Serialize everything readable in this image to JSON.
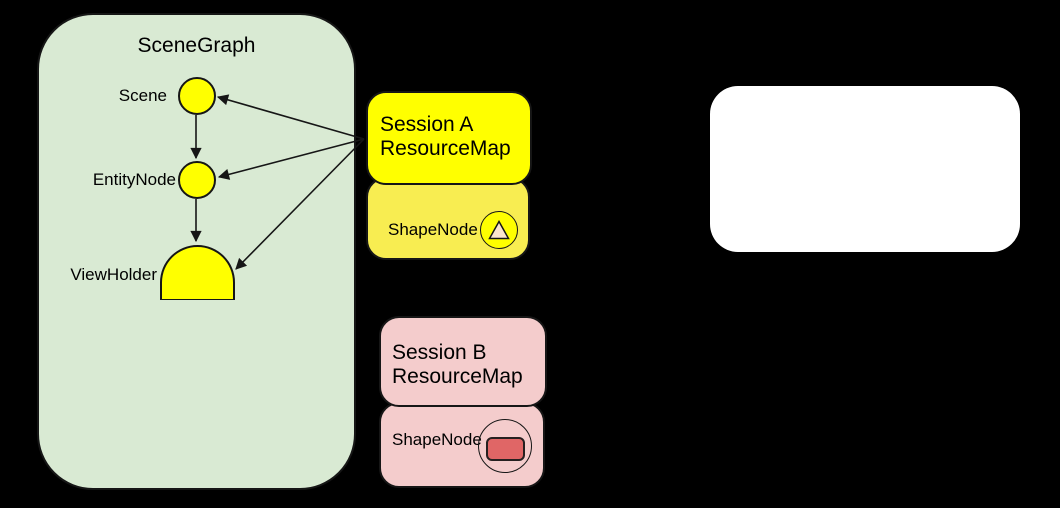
{
  "diagram": {
    "background_color": "#000000",
    "scenegraph": {
      "title": "SceneGraph",
      "fill_color": "#D9EAD3",
      "node_fill_color": "#FFFF00",
      "nodes": [
        {
          "label": "Scene",
          "shape": "circle"
        },
        {
          "label": "EntityNode",
          "shape": "circle"
        },
        {
          "label": "ViewHolder",
          "shape": "dome"
        }
      ]
    },
    "session_a": {
      "title_line1": "Session A",
      "title_line2": "ResourceMap",
      "header_fill_color": "#FFFF00",
      "body_fill_color": "#F8ED51",
      "shape_node": {
        "label": "ShapeNode",
        "icon": "triangle-in-circle-icon",
        "icon_circle_fill": "#FFFF00",
        "icon_shape_fill": "#FCE5CD"
      }
    },
    "session_b": {
      "title_line1": "Session B",
      "title_line2": "ResourceMap",
      "header_fill_color": "#F4CCCC",
      "body_fill_color": "#F4CCCC",
      "shape_node": {
        "label": "ShapeNode",
        "icon": "rounded-rect-in-circle-icon",
        "icon_circle_fill": "transparent",
        "icon_shape_fill": "#E06666"
      }
    },
    "white_panel": {
      "fill_color": "#FFFFFF",
      "text": ""
    },
    "connections": [
      {
        "from": "scene",
        "to": "entitynode",
        "type": "parent-child-arrow"
      },
      {
        "from": "entitynode",
        "to": "viewholder",
        "type": "parent-child-arrow"
      },
      {
        "from": "session-a-resourcemap",
        "to": "scene",
        "type": "reference-arrow"
      },
      {
        "from": "session-a-resourcemap",
        "to": "entitynode",
        "type": "reference-arrow"
      },
      {
        "from": "session-a-resourcemap",
        "to": "viewholder",
        "type": "reference-arrow"
      }
    ]
  }
}
